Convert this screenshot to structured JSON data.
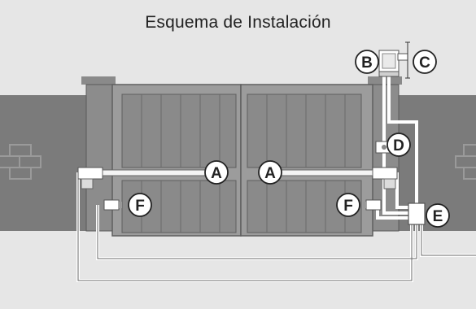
{
  "title": "Esquema de Instalación",
  "callouts": {
    "a_left": "A",
    "a_right": "A",
    "b": "B",
    "c": "C",
    "d": "D",
    "e": "E",
    "f_left": "F",
    "f_right": "F"
  },
  "colors": {
    "background": "#e6e6e6",
    "wall": "#7b7b7b",
    "gate": "#9c9c9c",
    "gate_panel": "#7e7e7e",
    "cable": "#ffffff",
    "callout_fill": "#ffffff",
    "callout_stroke": "#222222"
  }
}
